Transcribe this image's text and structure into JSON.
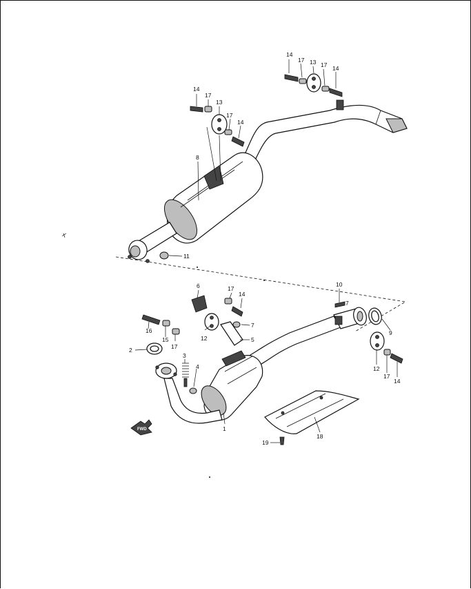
{
  "callouts": [
    {
      "id": "c14a",
      "label": "14"
    },
    {
      "id": "c17a",
      "label": "17"
    },
    {
      "id": "c13a",
      "label": "13"
    },
    {
      "id": "c17b",
      "label": "17"
    },
    {
      "id": "c14b",
      "label": "14"
    },
    {
      "id": "c14c",
      "label": "14"
    },
    {
      "id": "c17c",
      "label": "17"
    },
    {
      "id": "c13b",
      "label": "13"
    },
    {
      "id": "c17d",
      "label": "17"
    },
    {
      "id": "c14d",
      "label": "14"
    },
    {
      "id": "c8",
      "label": "8"
    },
    {
      "id": "c11",
      "label": "11"
    },
    {
      "id": "c6",
      "label": "6"
    },
    {
      "id": "c17e",
      "label": "17"
    },
    {
      "id": "c14e",
      "label": "14"
    },
    {
      "id": "c7a",
      "label": "7"
    },
    {
      "id": "c5",
      "label": "5"
    },
    {
      "id": "c12a",
      "label": "12"
    },
    {
      "id": "c16",
      "label": "16"
    },
    {
      "id": "c15",
      "label": "15"
    },
    {
      "id": "c17f",
      "label": "17"
    },
    {
      "id": "c2",
      "label": "2"
    },
    {
      "id": "c3",
      "label": "3"
    },
    {
      "id": "c4",
      "label": "4"
    },
    {
      "id": "c1",
      "label": "1"
    },
    {
      "id": "c10",
      "label": "10"
    },
    {
      "id": "c7b",
      "label": "7"
    },
    {
      "id": "c9",
      "label": "9"
    },
    {
      "id": "c12b",
      "label": "12"
    },
    {
      "id": "c17g",
      "label": "17"
    },
    {
      "id": "c14f",
      "label": "14"
    },
    {
      "id": "c18",
      "label": "18"
    },
    {
      "id": "c19",
      "label": "19"
    }
  ],
  "front_marker": "FWD"
}
